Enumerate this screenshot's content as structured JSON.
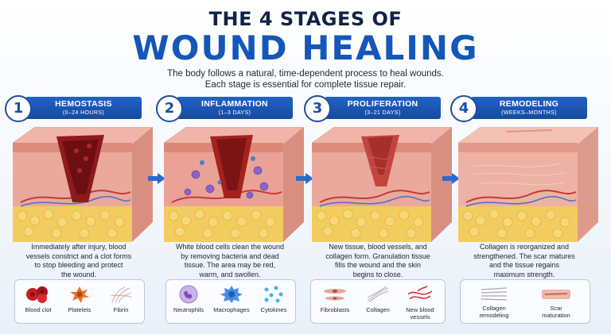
{
  "header": {
    "title_line1": "THE 4 STAGES OF",
    "title_line2": "WOUND HEALING",
    "subtitle_line1": "The body follows a natural, time-dependent process to heal wounds.",
    "subtitle_line2": "Each stage is essential for complete tissue repair."
  },
  "stages": [
    {
      "number": "1",
      "name": "HEMOSTASIS",
      "time": "(0–24 HOURS)",
      "desc": [
        "Immediately after injury, blood",
        "vessels constrict and a clot forms",
        "to stop bleeding and protect",
        "the wound."
      ],
      "cells": [
        "Blood clot",
        "Platelets",
        "Fibrin"
      ]
    },
    {
      "number": "2",
      "name": "INFLAMMATION",
      "time": "(1–3 DAYS)",
      "desc": [
        "White blood cells clean the wound",
        "by removing bacteria and dead",
        "tissue. The area may be red,",
        "warm, and swollen."
      ],
      "cells": [
        "Neutrophils",
        "Macrophages",
        "Cytokines"
      ]
    },
    {
      "number": "3",
      "name": "PROLIFERATION",
      "time": "(3–21 DAYS)",
      "desc": [
        "New tissue, blood vessels, and",
        "collagen form. Granulation tissue",
        "fills the wound and the skin",
        "begins to close."
      ],
      "cells": [
        "Fibroblasts",
        "Collagen",
        "New blood",
        "vessels"
      ]
    },
    {
      "number": "4",
      "name": "REMODELING",
      "time": "(WEEKS–MONTHS)",
      "desc": [
        "Collagen is reorganized and",
        "strengthened. The scar matures",
        "and the tissue regains",
        "maximum strength."
      ],
      "cells": [
        "Collagen",
        "remodeling",
        "Scar",
        "maturation"
      ]
    }
  ],
  "colors": {
    "accent": "#1457b8",
    "label_bg": "#1b55b0",
    "skin": "#e9a99c",
    "wound": "#8e1a1c",
    "fat": "#f2cc5e"
  }
}
